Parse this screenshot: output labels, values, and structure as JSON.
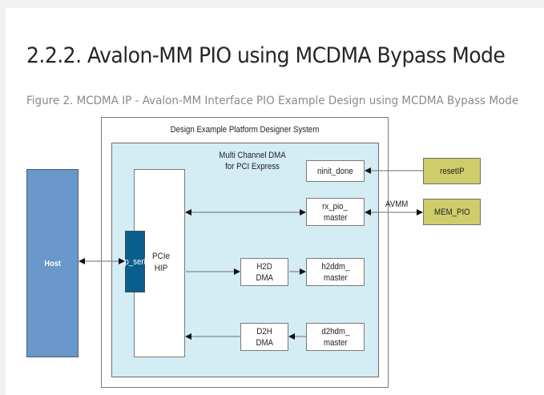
{
  "page": {
    "title": "2.2.2. Avalon-MM PIO using MCDMA Bypass Mode",
    "caption": "Figure 2. MCDMA IP - Avalon-MM Interface PIO Example Design using MCDMA Bypass Mode"
  },
  "diagram": {
    "outer_label": "Design Example Platform Designer System",
    "mcdma_label_line1": "Multi Channel DMA",
    "mcdma_label_line2": "for PCI Express",
    "host": "Host",
    "hip_serial": "hip_serial",
    "pcie_line1": "PCIe",
    "pcie_line2": "HIP",
    "ninit_done": "ninit_done",
    "rx_pio_line1": "rx_pio_",
    "rx_pio_line2": "master",
    "h2d_line1": "H2D",
    "h2d_line2": "DMA",
    "h2ddm_line1": "h2ddm_",
    "h2ddm_line2": "master",
    "d2h_line1": "D2H",
    "d2h_line2": "DMA",
    "d2hdm_line1": "d2hdm_",
    "d2hdm_line2": "master",
    "resetip": "resetIP",
    "mem_pio": "MEM_PIO",
    "avmm": "AVMM",
    "colors": {
      "host": "#6a97c9",
      "hip_serial": "#0a5e8c",
      "mcdma_bg": "#d4ecf3",
      "external_ip": "#cfcd6a"
    }
  }
}
